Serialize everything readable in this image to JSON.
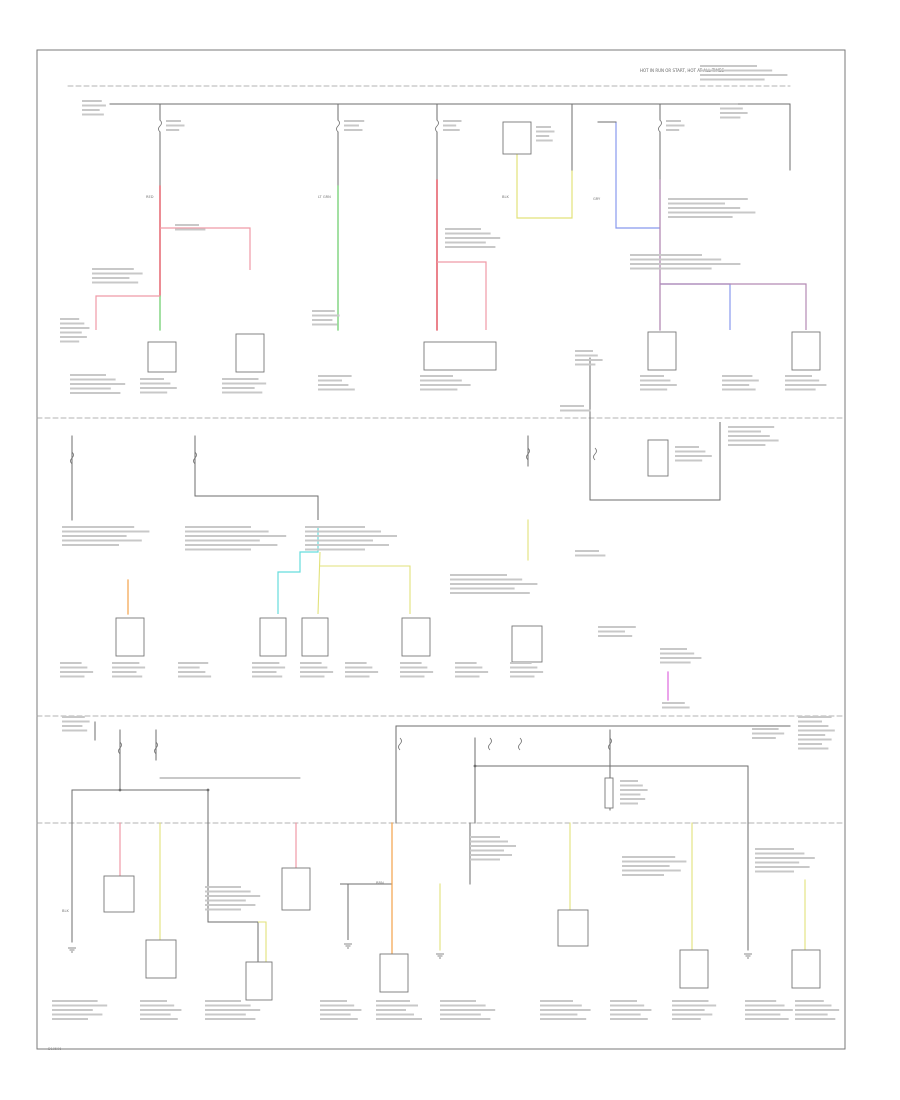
{
  "diagram": {
    "header_text": "HOT IN RUN OR START, HOT AT ALL TIMES",
    "footer_code": "D10506",
    "colors": {
      "frame": "#7a7a7a",
      "wire": "#6e6e6e",
      "divider": "#9a9a9a",
      "component": "#777777",
      "red": "#e0404e",
      "pink": "#ef9aa6",
      "green": "#66cc66",
      "yellow": "#e2e27a",
      "blue": "#8899ee",
      "purple": "#b48ab4",
      "cyan": "#66dddd",
      "orange": "#f2a24a",
      "magenta": "#dd66dd",
      "lightgreen": "#99dd66"
    },
    "wire_tags": [
      "RED",
      "LT GRN",
      "BLK",
      "GRY",
      "BLK",
      "BRN"
    ]
  }
}
